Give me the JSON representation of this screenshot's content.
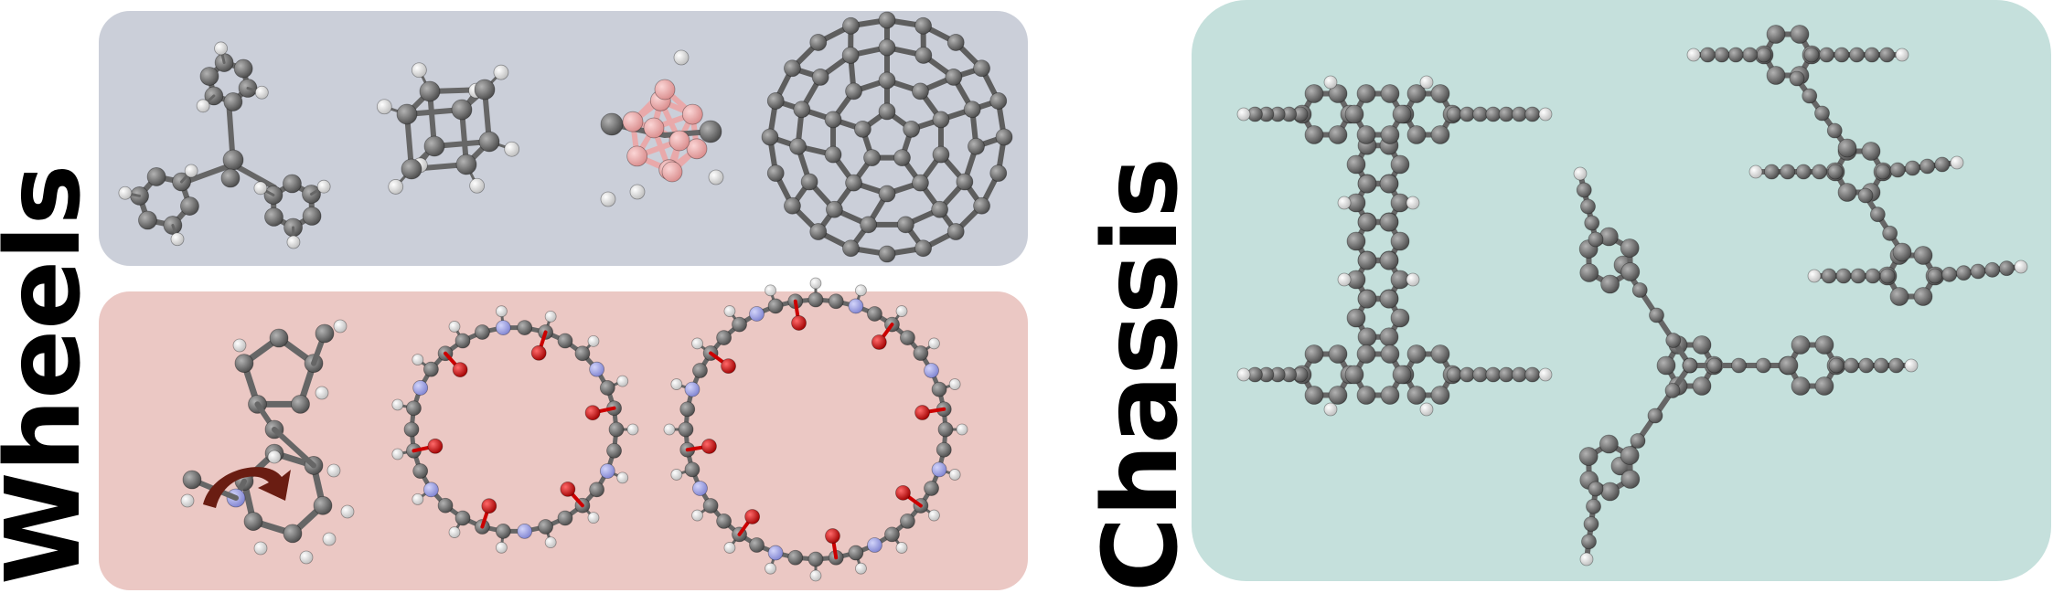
{
  "labels": {
    "wheels": "Wheels",
    "chassis": "Chassis"
  },
  "colors": {
    "wheels_top_panel": "#cbcfd9",
    "wheels_bottom_panel": "#ebc8c4",
    "chassis_panel": "#c5e0dc",
    "carbon": "#6e6e6e",
    "hydrogen": "#e8e8e8",
    "boron": "#e9a9aa",
    "nitrogen": "#9fa3e8",
    "oxygen": "#d80e0e",
    "arrow": "#6a1d12"
  },
  "icons": [
    "triptycene-molecule",
    "cubane-molecule",
    "carborane-molecule",
    "fullerene-molecule",
    "rotor-molecule",
    "cyclic-peptide-small-molecule",
    "cyclic-peptide-large-molecule",
    "chassis-h-molecule",
    "chassis-tripod-molecule"
  ]
}
